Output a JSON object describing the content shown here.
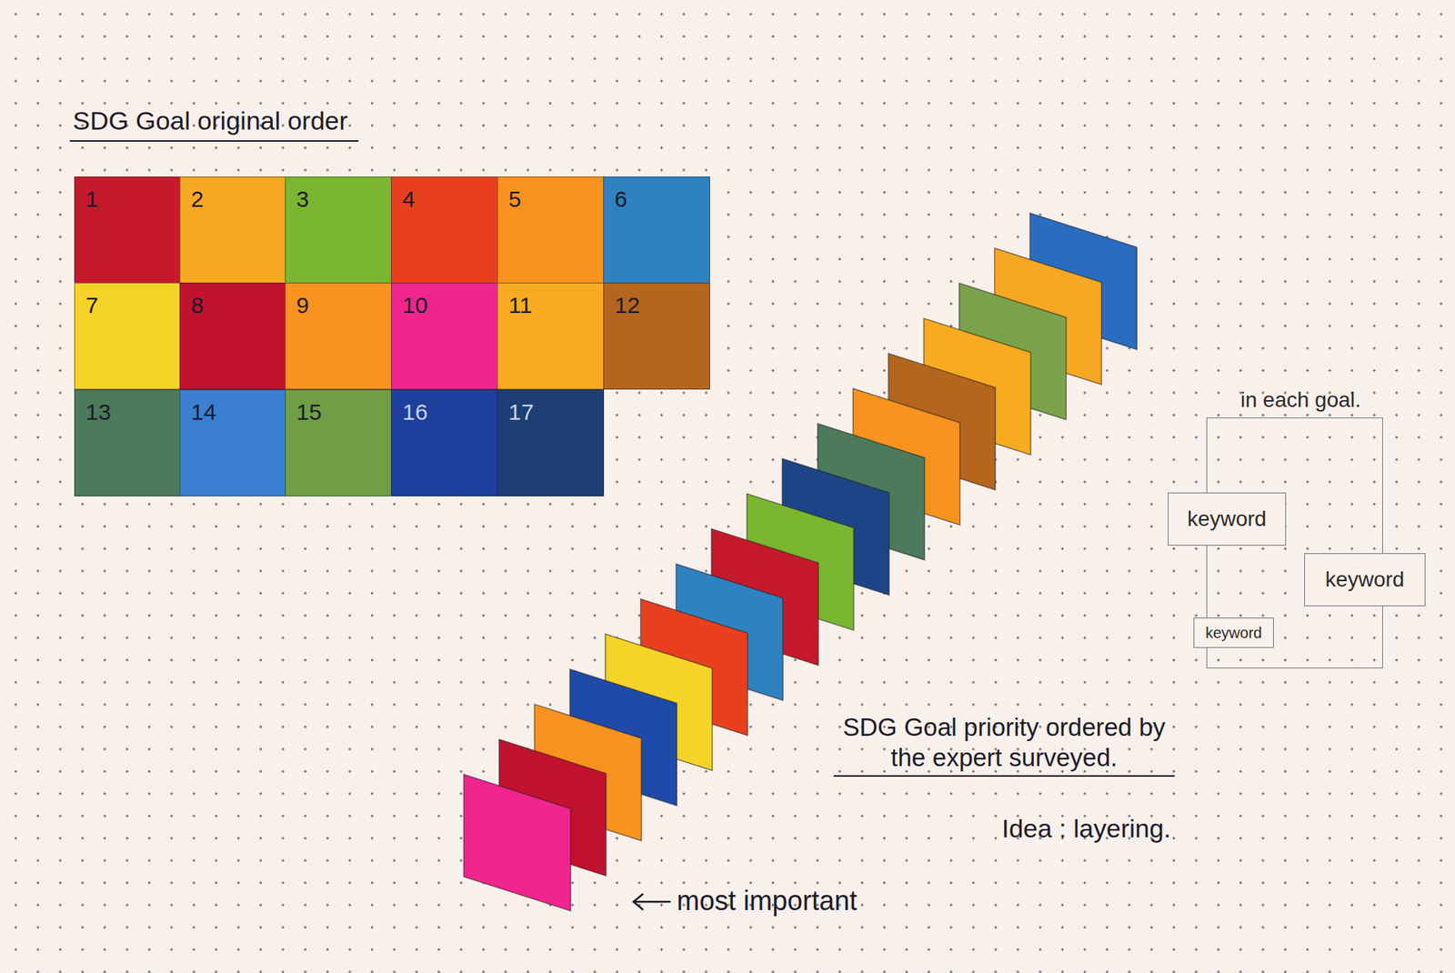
{
  "diagram": {
    "title": "SDG Goal original order",
    "nodes": [
      {
        "text": [
          "1"
        ]
      },
      {
        "text": [
          "2"
        ]
      },
      {
        "text": [
          "3"
        ]
      },
      {
        "text": [
          "4"
        ]
      },
      {
        "text": [
          "5"
        ]
      },
      {
        "text": [
          "6"
        ]
      },
      {
        "text": [
          "7"
        ]
      },
      {
        "text": [
          "8"
        ]
      },
      {
        "text": [
          "9"
        ]
      },
      {
        "text": [
          "10"
        ]
      },
      {
        "text": [
          "11"
        ]
      },
      {
        "text": [
          "12"
        ]
      },
      {
        "text": [
          "13"
        ]
      },
      {
        "text": [
          "14"
        ]
      },
      {
        "text": [
          "15"
        ]
      },
      {
        "text": [
          "16"
        ]
      },
      {
        "text": [
          "17"
        ]
      },
      {
        "text": [
          "in each goal."
        ]
      },
      {
        "text": [
          "keyword"
        ],
        "in": 17
      },
      {
        "text": [
          "keyword"
        ],
        "in": 17
      },
      {
        "text": [
          "keyword"
        ],
        "in": 17
      }
    ],
    "labels": [
      "SDG Goal priority ordered by the expert surveyed.",
      "Idea : layering.",
      "most important"
    ]
  }
}
